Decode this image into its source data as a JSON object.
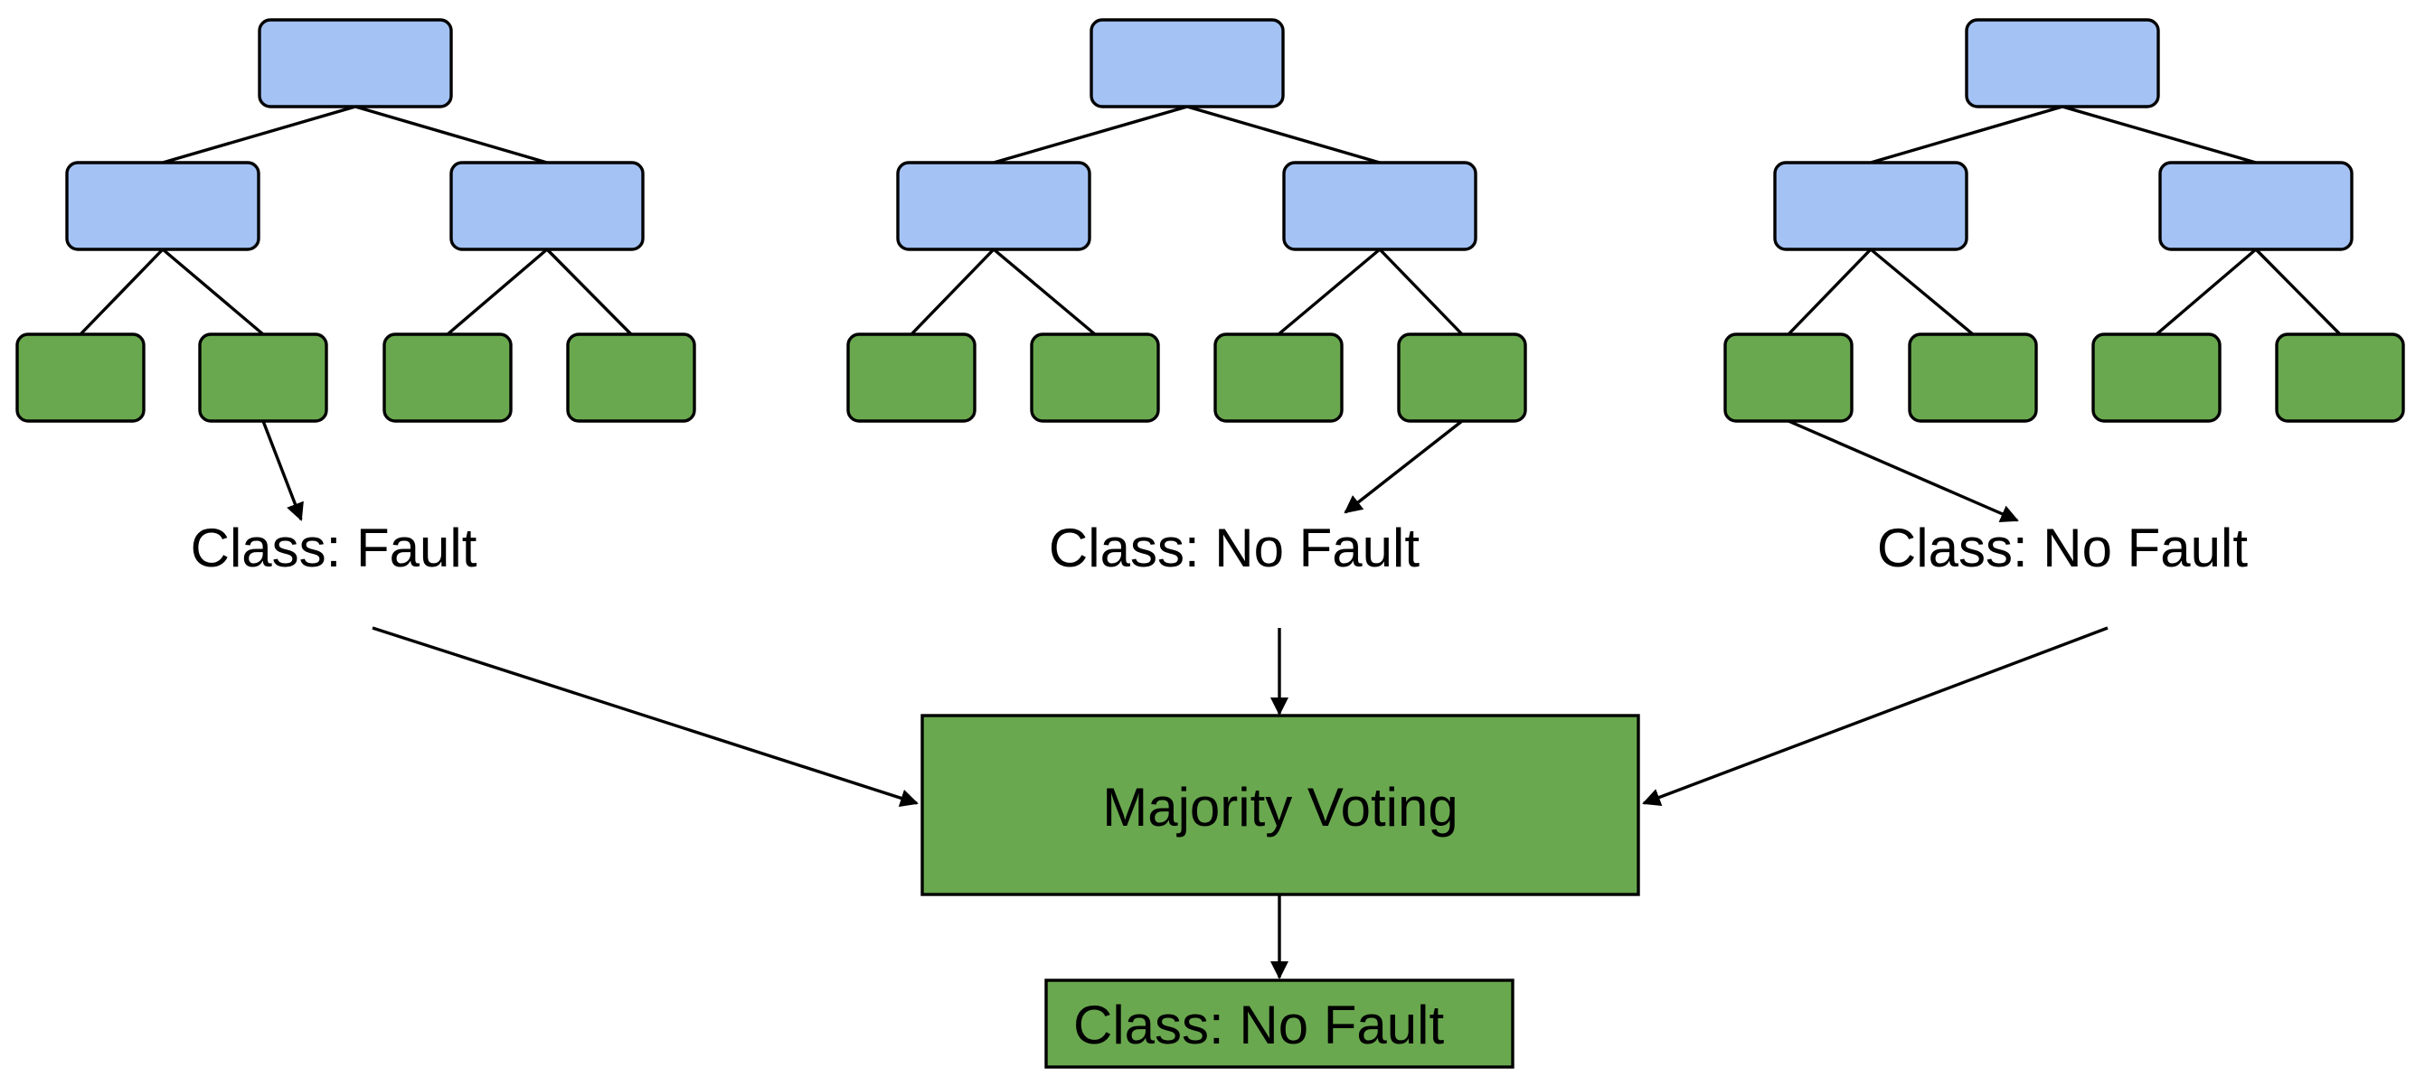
{
  "colors": {
    "internal_node": "#a4c2f4",
    "leaf_node": "#6aa84f",
    "line": "#000000",
    "background": "#ffffff"
  },
  "trees": [
    {
      "prediction": "Class: Fault",
      "selected_leaf": 1
    },
    {
      "prediction": "Class: No Fault",
      "selected_leaf": 3
    },
    {
      "prediction": "Class: No Fault",
      "selected_leaf": 0
    }
  ],
  "aggregator": {
    "label": "Majority Voting"
  },
  "final_output": {
    "label": "Class: No Fault"
  }
}
